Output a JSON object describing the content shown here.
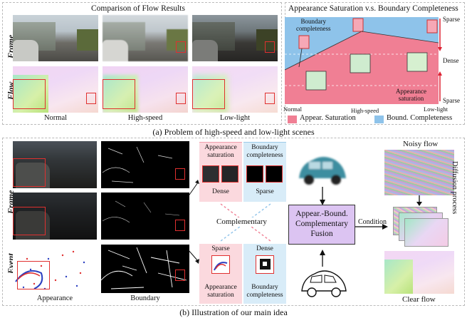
{
  "panel_a": {
    "title_left": "Comparison of Flow Results",
    "row_labels": [
      "Frame",
      "Flow"
    ],
    "columns": [
      "Normal",
      "High-speed",
      "Low-light"
    ],
    "chart": {
      "title": "Appearance Saturation v.s. Boundary Completeness",
      "boundary_label": "Boundary\ncompleteness",
      "appearance_label": "Appearance\nsaturation",
      "right_labels": [
        "Sparse",
        "Dense",
        "Sparse"
      ],
      "x_labels": [
        "Normal",
        "High-speed",
        "Low-light"
      ],
      "legend": [
        {
          "label": "Appear. Saturation",
          "color": "#f07f94"
        },
        {
          "label": "Bound. Completeness",
          "color": "#8ec3ea"
        }
      ]
    },
    "caption": "(a) Problem of high-speed and low-light scenes"
  },
  "panel_b": {
    "row_labels": [
      "Frame",
      "Event"
    ],
    "col_captions": [
      "Appearance",
      "Boundary"
    ],
    "top_cells": {
      "appearance_title": "Appearance\nsaturation",
      "boundary_title": "Boundary\ncompleteness",
      "appearance_tag": "Dense",
      "boundary_tag": "Sparse"
    },
    "complementary": "Complementary",
    "bottom_cells": {
      "appearance_tag": "Sparse",
      "boundary_tag": "Dense",
      "appearance_title": "Appearance\nsaturation",
      "boundary_title": "Boundary\ncompleteness"
    },
    "fusion_label": "Appear.-Bound.\nComplementary\nFusion",
    "condition": "Condition",
    "noisy_flow": "Noisy flow",
    "diffusion": "Diffusion process",
    "clear_flow": "Clear flow",
    "caption": "(b) Illustration of our main idea"
  },
  "colors": {
    "pink": "#f07f94",
    "blue": "#8ec3ea",
    "fusion": "#dcc4f2",
    "red": "#e0302f"
  }
}
